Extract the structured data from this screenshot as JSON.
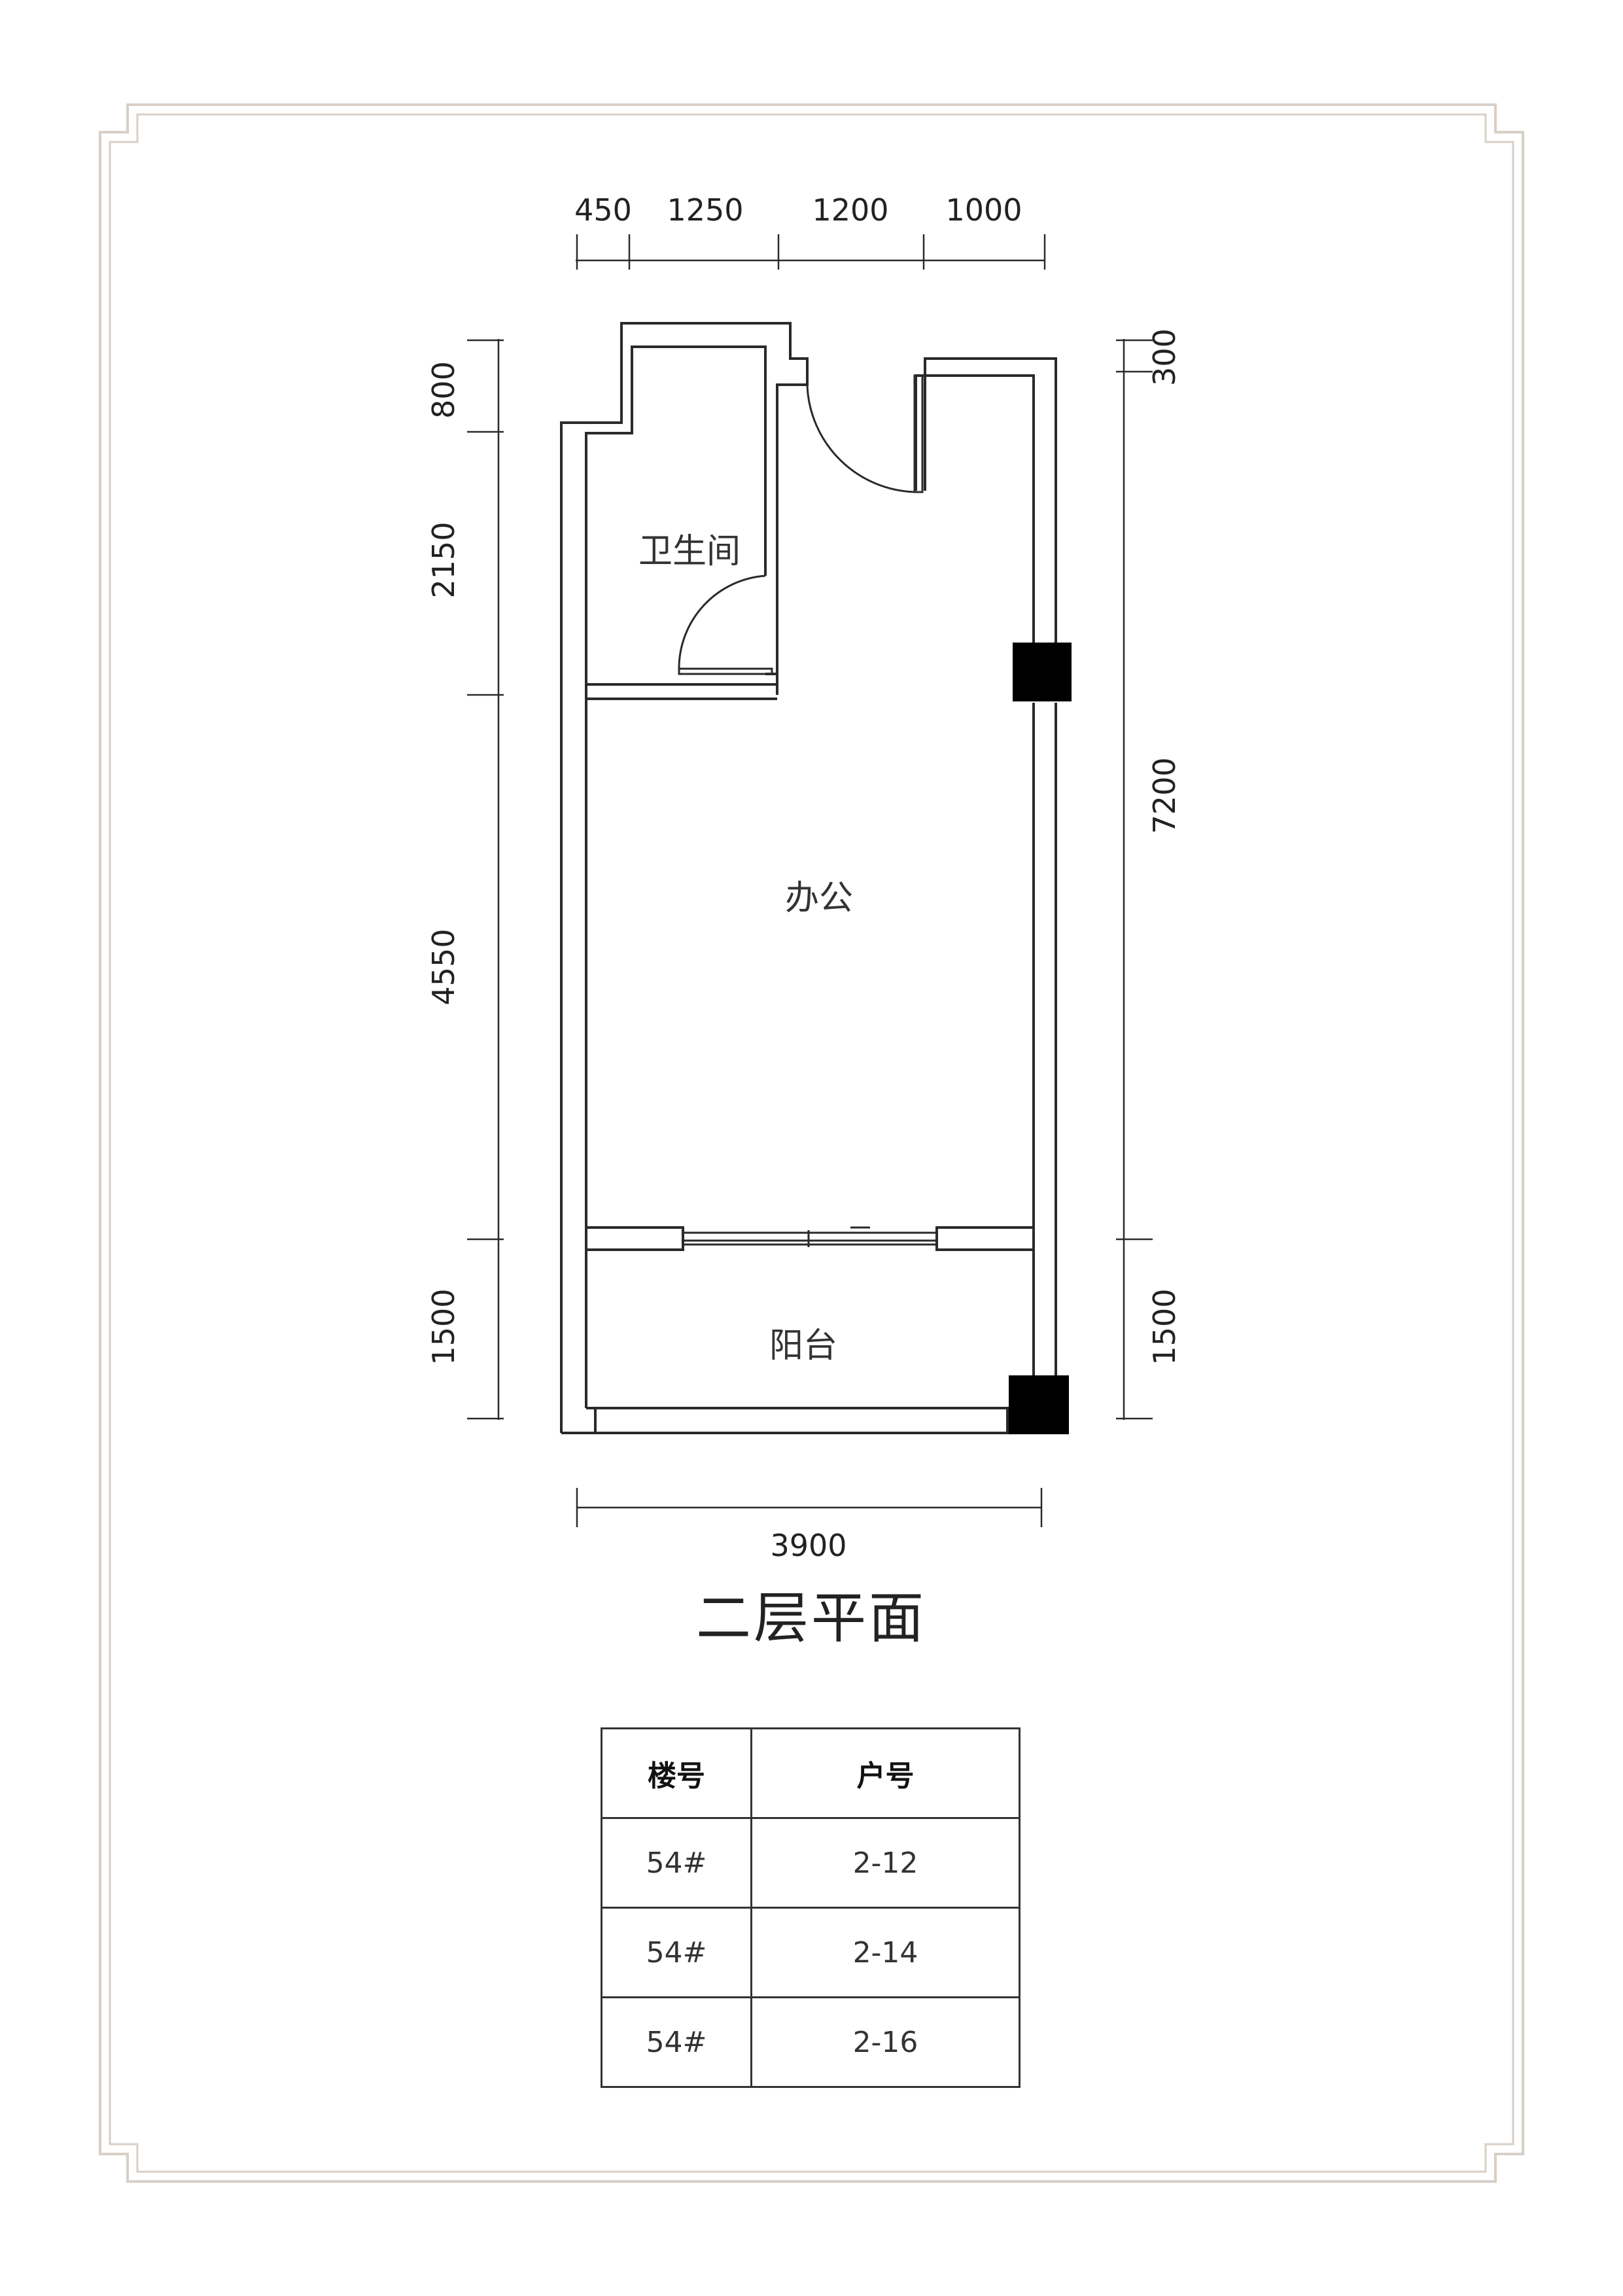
{
  "diagram": {
    "title": "二层平面",
    "rooms": {
      "bathroom": "卫生间",
      "office": "办公",
      "balcony": "阳台"
    },
    "dimensions": {
      "top": [
        "450",
        "1250",
        "1200",
        "1000"
      ],
      "left": [
        "800",
        "2150",
        "4550",
        "1500"
      ],
      "right": [
        "300",
        "7200",
        "1500"
      ],
      "bottom": "3900"
    },
    "colors": {
      "frame": "#d8cfc6",
      "lines": "#2a2a2a",
      "column": "#000000"
    }
  },
  "table": {
    "headers": [
      "楼号",
      "户号"
    ],
    "rows": [
      [
        "54#",
        "2-12"
      ],
      [
        "54#",
        "2-14"
      ],
      [
        "54#",
        "2-16"
      ]
    ]
  }
}
